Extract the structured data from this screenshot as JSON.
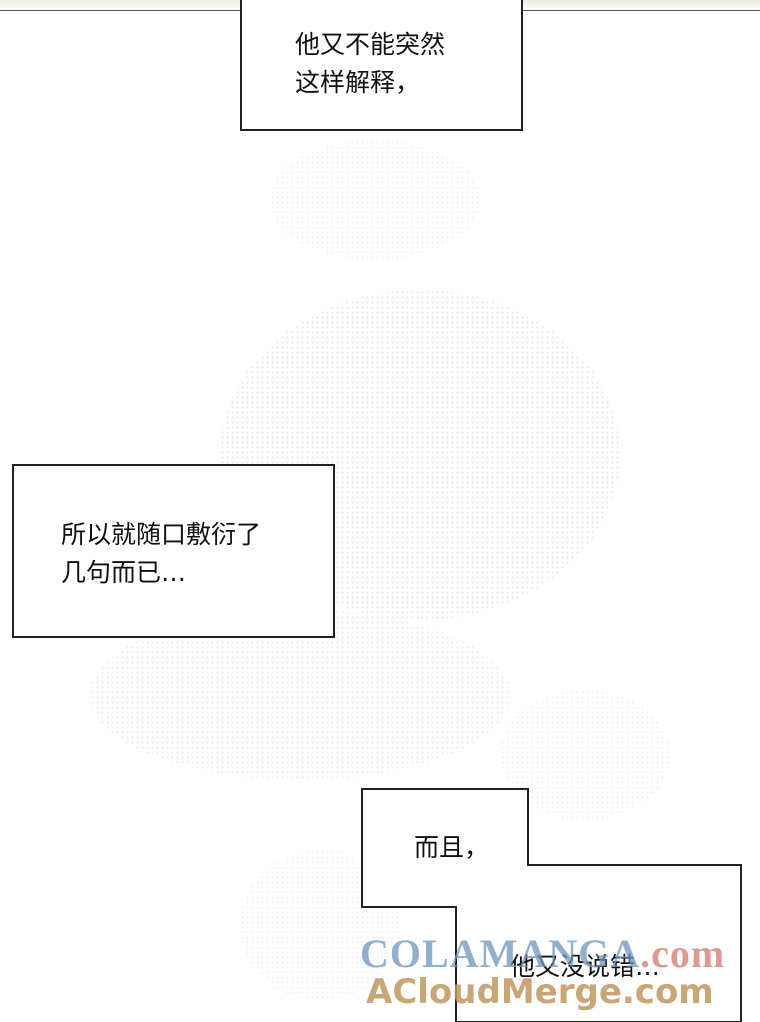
{
  "captions": {
    "first": {
      "line1": "他又不能突然",
      "line2": "这样解释，"
    },
    "second": {
      "line1": "所以就随口敷衍了",
      "line2": "几句而已…"
    },
    "third": {
      "line1": "而且，",
      "line2": "他又没说错…"
    }
  },
  "watermark": {
    "line1_part1": "COLAMANGA",
    "line1_part2": ".com",
    "line2": "ACloudMerge.com"
  },
  "colors": {
    "background": "#ffffff",
    "border": "#222222",
    "text": "#111111",
    "watermark_blue": "#6e96be",
    "watermark_gold": "#be965f"
  }
}
